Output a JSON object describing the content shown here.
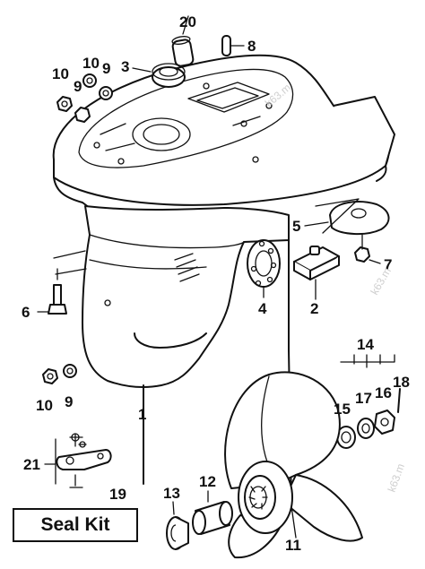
{
  "callouts": {
    "p1": "1",
    "p2": "2",
    "p3": "3",
    "p4": "4",
    "p5": "5",
    "p6": "6",
    "p7": "7",
    "p8": "8",
    "p9a": "9",
    "p9b": "9",
    "p9c": "9",
    "p10a": "10",
    "p10b": "10",
    "p10c": "10",
    "p11": "11",
    "p12": "12",
    "p13": "13",
    "p14": "14",
    "p15": "15",
    "p16": "16",
    "p17": "17",
    "p18": "18",
    "p19": "19",
    "p20": "20",
    "p21": "21"
  },
  "seal_kit_label": "Seal Kit",
  "watermark": "k63.m"
}
